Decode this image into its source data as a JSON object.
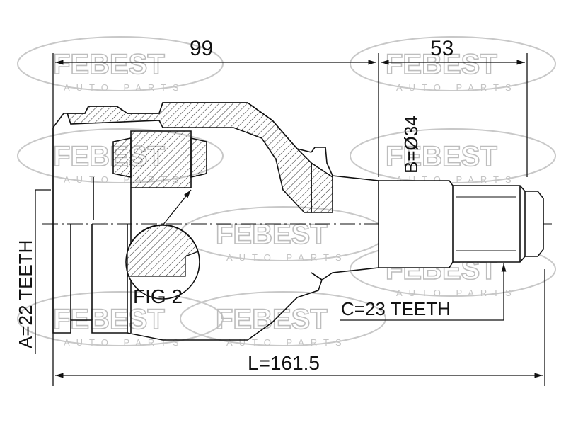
{
  "watermark": {
    "brand": "FEBEST",
    "tagline": "AUTO PARTS",
    "color": "#bdbdbd"
  },
  "dimensions": {
    "left_length": "99",
    "right_length": "53",
    "shaft_diameter": "B=Ø34",
    "inner_spline": "A=22 TEETH",
    "outer_spline": "C=23 TEETH",
    "total_length": "L=161.5"
  },
  "callout": {
    "figure": "FIG 2"
  },
  "colors": {
    "line": "#111111",
    "hatch": "#333333",
    "background": "#ffffff"
  }
}
